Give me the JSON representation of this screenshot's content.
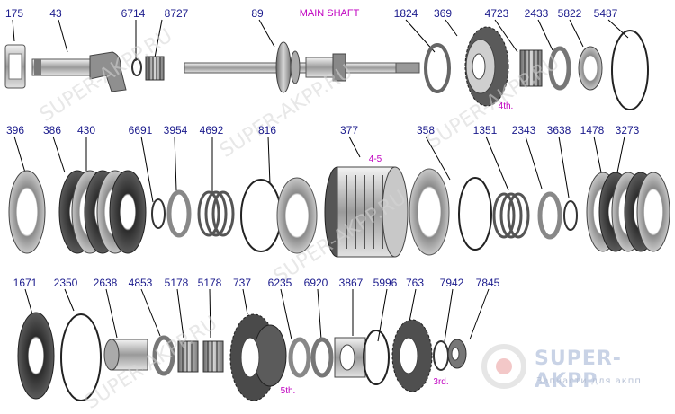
{
  "title": "MAIN SHAFT",
  "labels": [
    {
      "id": "175",
      "text": "175"
    },
    {
      "id": "43",
      "text": "43"
    },
    {
      "id": "6714",
      "text": "6714"
    },
    {
      "id": "8727",
      "text": "8727"
    },
    {
      "id": "89",
      "text": "89"
    },
    {
      "id": "1824",
      "text": "1824"
    },
    {
      "id": "369",
      "text": "369"
    },
    {
      "id": "4723",
      "text": "4723"
    },
    {
      "id": "2433",
      "text": "2433"
    },
    {
      "id": "5822",
      "text": "5822"
    },
    {
      "id": "5487",
      "text": "5487"
    },
    {
      "id": "396",
      "text": "396"
    },
    {
      "id": "386",
      "text": "386"
    },
    {
      "id": "430",
      "text": "430"
    },
    {
      "id": "6691",
      "text": "6691"
    },
    {
      "id": "3954",
      "text": "3954"
    },
    {
      "id": "4692",
      "text": "4692"
    },
    {
      "id": "816",
      "text": "816"
    },
    {
      "id": "377",
      "text": "377"
    },
    {
      "id": "358",
      "text": "358"
    },
    {
      "id": "1351",
      "text": "1351"
    },
    {
      "id": "2343",
      "text": "2343"
    },
    {
      "id": "3638",
      "text": "3638"
    },
    {
      "id": "1478",
      "text": "1478"
    },
    {
      "id": "3273",
      "text": "3273"
    },
    {
      "id": "1671",
      "text": "1671"
    },
    {
      "id": "2350",
      "text": "2350"
    },
    {
      "id": "2638",
      "text": "2638"
    },
    {
      "id": "4853",
      "text": "4853"
    },
    {
      "id": "5178a",
      "text": "5178"
    },
    {
      "id": "5178b",
      "text": "5178"
    },
    {
      "id": "737",
      "text": "737"
    },
    {
      "id": "6235",
      "text": "6235"
    },
    {
      "id": "6920",
      "text": "6920"
    },
    {
      "id": "3867",
      "text": "3867"
    },
    {
      "id": "5996",
      "text": "5996"
    },
    {
      "id": "763",
      "text": "763"
    },
    {
      "id": "7942",
      "text": "7942"
    },
    {
      "id": "7845",
      "text": "7845"
    }
  ],
  "gear_labels": {
    "fourth": "4th.",
    "clutch_45": "4-5",
    "fifth": "5th.",
    "third": "3rd."
  },
  "watermark": "SUPER-AKPP.RU",
  "logo": {
    "name": "SUPER-AKPP",
    "tagline": "Запчасти для акпп"
  },
  "colors": {
    "label": "#1a1a8c",
    "accent": "#c000c0",
    "leader": "#000000",
    "part_dark": "#4a4a4a",
    "part_light": "#bdbdbd"
  }
}
